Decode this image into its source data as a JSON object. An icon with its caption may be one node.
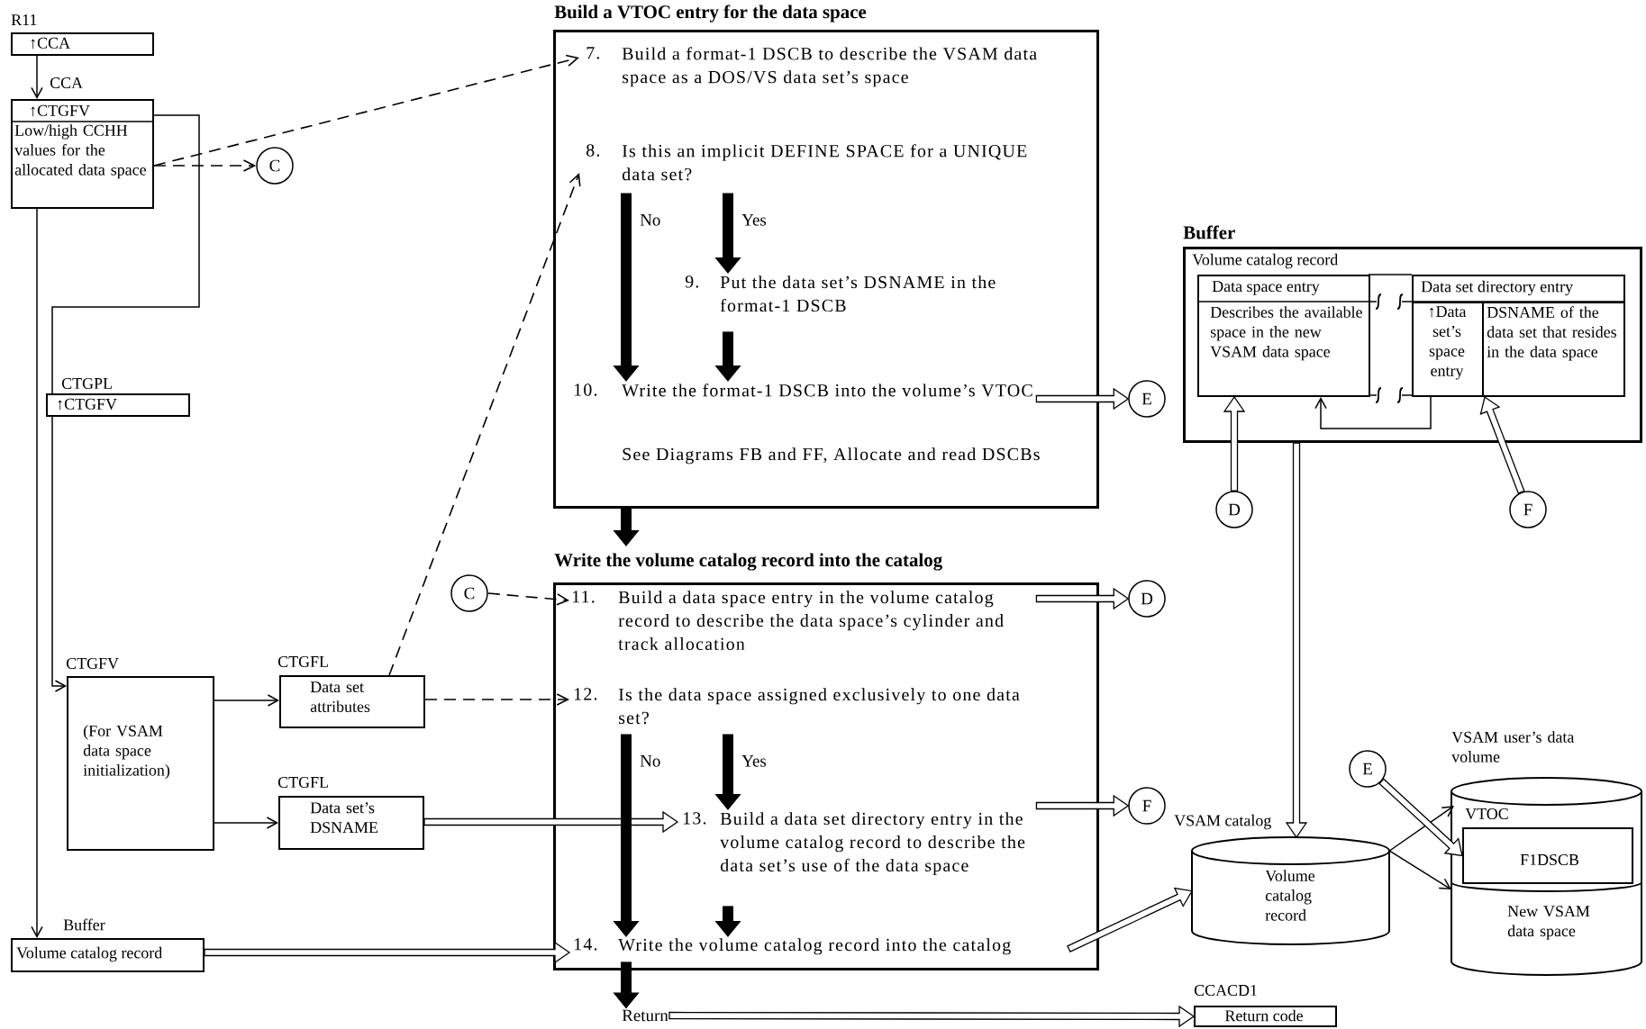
{
  "diagram": {
    "nodes": [
      {
        "text": [
          "R11",
          "↑CCA"
        ]
      },
      {
        "text": [
          "CCA",
          "↑CTGFV",
          "Low/high CCHH values for the allocated data space"
        ]
      },
      {
        "text": [
          "C"
        ]
      },
      {
        "text": [
          "CTGPL",
          "↑CTGFV"
        ]
      },
      {
        "text": [
          "CTGFV",
          "(For VSAM data space initialization)"
        ]
      },
      {
        "text": [
          "CTGFL",
          "Data set attributes"
        ]
      },
      {
        "text": [
          "CTGFL",
          "Data set’s DSNAME"
        ]
      },
      {
        "text": [
          "Buffer",
          "Volume catalog record"
        ]
      },
      {
        "text": [
          "Build a VTOC entry for the data space"
        ]
      },
      {
        "text": [
          "7.",
          "Build a format-1 DSCB to describe the VSAM data space as a DOS/VS data set’s space"
        ],
        "in": 8
      },
      {
        "text": [
          "8.",
          "Is this an implicit DEFINE SPACE for a UNIQUE data set?"
        ],
        "in": 8
      },
      {
        "text": [
          "9.",
          "Put the data set’s DSNAME in the format-1 DSCB"
        ],
        "in": 8
      },
      {
        "text": [
          "10.",
          "Write the format-1 DSCB into the volume’s VTOC"
        ],
        "in": 8
      },
      {
        "text": [
          "Write the volume catalog record into the catalog"
        ]
      },
      {
        "text": [
          "11.",
          "Build a data space entry in the volume catalog record to describe the data space’s cylinder and track allocation"
        ],
        "in": 13
      },
      {
        "text": [
          "12.",
          "Is the data space assigned exclusively to one data set?"
        ],
        "in": 13
      },
      {
        "text": [
          "13.",
          "Build a data set directory entry in the volume catalog record to describe the data set’s use of the data space"
        ],
        "in": 13
      },
      {
        "text": [
          "14.",
          "Write the volume catalog record into the catalog"
        ],
        "in": 13
      },
      {
        "text": [
          "Return"
        ]
      },
      {
        "text": [
          "CCACD1",
          "Return code"
        ]
      },
      {
        "text": [
          "C"
        ]
      },
      {
        "text": [
          "E"
        ]
      },
      {
        "text": [
          "D"
        ]
      },
      {
        "text": [
          "F"
        ]
      },
      {
        "text": [
          "Buffer",
          "Volume catalog record"
        ]
      },
      {
        "text": [
          "Data space entry",
          "Describes the available space in the new VSAM data space"
        ],
        "in": 24
      },
      {
        "text": [
          "Data set directory entry"
        ],
        "in": 24
      },
      {
        "text": [
          "↑Data set’s space entry"
        ],
        "in": 26
      },
      {
        "text": [
          "DSNAME of the data set that resides in the data space"
        ],
        "in": 26
      },
      {
        "text": [
          "D"
        ]
      },
      {
        "text": [
          "F"
        ]
      },
      {
        "text": [
          "VSAM catalog",
          "Volume catalog record"
        ]
      },
      {
        "text": [
          "E"
        ]
      },
      {
        "text": [
          "VSAM user’s data volume"
        ]
      },
      {
        "text": [
          "VTOC"
        ],
        "in": 33
      },
      {
        "text": [
          "F1DSCB"
        ],
        "in": 33
      },
      {
        "text": [
          "New VSAM data space"
        ],
        "in": 33
      }
    ],
    "edges": [
      {
        "from": 0,
        "to": 1,
        "arrow": "to"
      },
      {
        "from": 1,
        "to": 2,
        "arrow": "to",
        "style": "dashed"
      },
      {
        "from": 1,
        "to": 9,
        "arrow": "to",
        "style": "dashed"
      },
      {
        "from": 1,
        "to": 3,
        "arrow": "none"
      },
      {
        "from": 3,
        "to": 4,
        "arrow": "to"
      },
      {
        "from": 1,
        "to": 7,
        "arrow": "to"
      },
      {
        "from": 4,
        "to": 5,
        "arrow": "to"
      },
      {
        "from": 4,
        "to": 6,
        "arrow": "to"
      },
      {
        "from": 5,
        "to": 10,
        "arrow": "to",
        "style": "dashed"
      },
      {
        "from": 5,
        "to": 15,
        "arrow": "to",
        "style": "dashed"
      },
      {
        "from": 6,
        "to": 16,
        "arrow": "to"
      },
      {
        "from": 7,
        "to": 17,
        "arrow": "to"
      },
      {
        "from": 10,
        "to": 12,
        "arrow": "to",
        "style": "thick",
        "label": "No"
      },
      {
        "from": 10,
        "to": 11,
        "arrow": "to",
        "style": "thick",
        "label": "Yes"
      },
      {
        "from": 11,
        "to": 12,
        "arrow": "to",
        "style": "thick"
      },
      {
        "from": 12,
        "to": 21,
        "arrow": "to"
      },
      {
        "from": 8,
        "to": 13,
        "arrow": "to",
        "style": "thick"
      },
      {
        "from": 20,
        "to": 14,
        "arrow": "to",
        "style": "dashed"
      },
      {
        "from": 14,
        "to": 22,
        "arrow": "to"
      },
      {
        "from": 15,
        "to": 17,
        "arrow": "to",
        "style": "thick",
        "label": "No"
      },
      {
        "from": 15,
        "to": 16,
        "arrow": "to",
        "style": "thick",
        "label": "Yes"
      },
      {
        "from": 16,
        "to": 17,
        "arrow": "to",
        "style": "thick"
      },
      {
        "from": 16,
        "to": 23,
        "arrow": "to"
      },
      {
        "from": 17,
        "to": 18,
        "arrow": "to",
        "style": "thick"
      },
      {
        "from": 18,
        "to": 19,
        "arrow": "to"
      },
      {
        "from": 17,
        "to": 31,
        "arrow": "to"
      },
      {
        "from": 29,
        "to": 25,
        "arrow": "to"
      },
      {
        "from": 30,
        "to": 28,
        "arrow": "to"
      },
      {
        "from": 27,
        "to": 25,
        "arrow": "to"
      },
      {
        "from": 24,
        "to": 31,
        "arrow": "to"
      },
      {
        "from": 31,
        "to": 34,
        "arrow": "to"
      },
      {
        "from": 31,
        "to": 36,
        "arrow": "to"
      },
      {
        "from": 32,
        "to": 35,
        "arrow": "to"
      }
    ],
    "labels": [
      "See Diagrams FB and FF, Allocate and read DSCBs"
    ]
  }
}
